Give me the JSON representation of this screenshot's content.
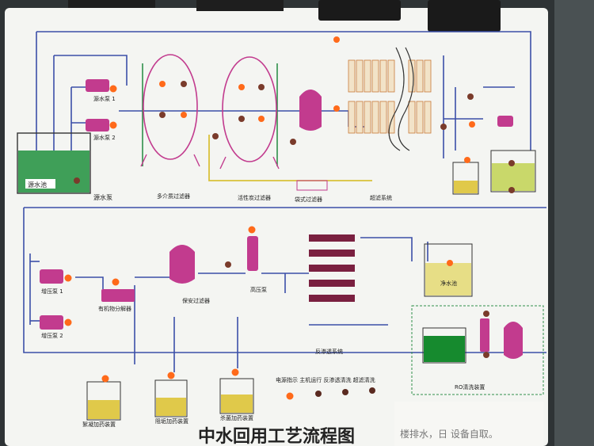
{
  "board": {
    "title": "中水回用工艺流程图",
    "handwritten_note": "楼排水，日  设备自取。",
    "colors": {
      "board": "#f4f5f2",
      "pipe_blue": "#3b4fa8",
      "pipe_yellow": "#d9c13a",
      "pipe_green": "#2f8f4a",
      "tank": "#c23b8e",
      "water_green": "#3f9f58",
      "water_yellow": "#e7de86",
      "membrane": "#7a2040",
      "lamp_on": "#ff6a1a"
    }
  },
  "labels": {
    "source_pool": "源水池",
    "source_pump_group": "源水泵",
    "source_pump_1": "源水泵 1",
    "source_pump_2": "源水泵 2",
    "multimedia_filter": "多介质过滤器",
    "carbon_filter": "活性炭过滤器",
    "bag_filter": "袋式过滤器",
    "uf_system": "超滤系统",
    "booster_pump_1": "增压泵 1",
    "booster_pump_2": "增压泵 2",
    "organic_separator": "有机物分解器",
    "security_filter": "保安过滤器",
    "high_pressure_pump": "高压泵",
    "ro_system": "反渗透系统",
    "clean_water_tank": "净水池",
    "dosing_1": "絮凝加药装置",
    "dosing_2": "阻垢加药装置",
    "dosing_3": "杀菌加药装置",
    "control_panel": "电源指示  主机运行  反渗透清洗  超滤清洗",
    "cip_box": "RO清洗装置"
  }
}
